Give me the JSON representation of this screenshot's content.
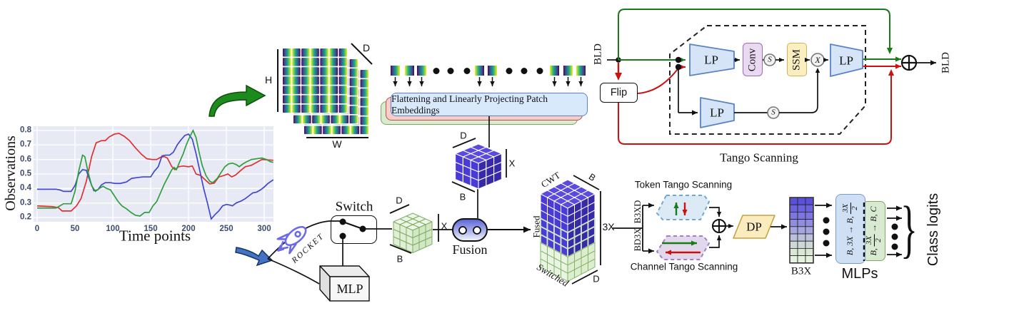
{
  "labels": {
    "observations": "Observations",
    "time_points": "Time points",
    "h": "H",
    "w": "W",
    "d_patch": "D",
    "flattening": "Flattening and Linearly Projecting Patch Embeddings",
    "d_blue": "D",
    "x_blue": "X",
    "b_blue": "B",
    "switch": "Switch",
    "rocket": "ROCKET",
    "mlp": "MLP",
    "d_green": "D",
    "x_green": "X",
    "b_green": "B",
    "fusion": "Fusion",
    "cwt": "CWT",
    "b_stack": "B",
    "fused": "Fused",
    "switched": "Switched",
    "d_stack": "D",
    "three_x": "3X",
    "token": "Token Tango Scanning",
    "channel": "Channel Tango Scanning",
    "b3xd": "B3XD",
    "bd3x": "BD3X",
    "dp": "DP",
    "b3x": "B3X",
    "mlps": "MLPs",
    "class_logits": "Class logits",
    "brace": "}",
    "bld_in": "BLD",
    "bld_out": "BLD",
    "flip": "Flip",
    "lp1": "LP",
    "lp2": "LP",
    "lp3": "LP",
    "conv": "Conv",
    "ssm": "SSM",
    "tango": "Tango Scanning",
    "s1": "S",
    "s2": "S",
    "x_mult": "X"
  },
  "mlp_math": {
    "box1": {
      "pre": "B, 3X → B,",
      "num": "3X",
      "den": "2",
      "post": ""
    },
    "box2": {
      "pre": "B,",
      "num": "3X",
      "den": "2",
      "post": "→ B, C"
    }
  },
  "chart_data": {
    "type": "line",
    "title": "",
    "xlabel": "Time points",
    "ylabel": "Observations",
    "xlim": [
      0,
      312
    ],
    "ylim": [
      0.2,
      0.8
    ],
    "grid": true,
    "legend": "none",
    "xticks": [
      "0",
      "50",
      "100",
      "150",
      "200",
      "250",
      "300"
    ],
    "yticks": [
      "0.2",
      "0.3",
      "0.4",
      "0.5",
      "0.6",
      "0.7",
      "0.8"
    ],
    "series": [
      {
        "name": "red",
        "data": [
          [
            0,
            0.28
          ],
          [
            20,
            0.275
          ],
          [
            28,
            0.268
          ],
          [
            33,
            0.245
          ],
          [
            45,
            0.245
          ],
          [
            52,
            0.28
          ],
          [
            58,
            0.33
          ],
          [
            65,
            0.45
          ],
          [
            72,
            0.62
          ],
          [
            78,
            0.715
          ],
          [
            85,
            0.73
          ],
          [
            90,
            0.73
          ],
          [
            95,
            0.755
          ],
          [
            102,
            0.775
          ],
          [
            108,
            0.78
          ],
          [
            115,
            0.76
          ],
          [
            122,
            0.73
          ],
          [
            130,
            0.68
          ],
          [
            138,
            0.635
          ],
          [
            145,
            0.605
          ],
          [
            152,
            0.6
          ],
          [
            158,
            0.6
          ],
          [
            163,
            0.615
          ],
          [
            168,
            0.62
          ],
          [
            172,
            0.61
          ],
          [
            178,
            0.55
          ],
          [
            182,
            0.53
          ],
          [
            187,
            0.55
          ],
          [
            193,
            0.555
          ],
          [
            200,
            0.55
          ],
          [
            205,
            0.555
          ],
          [
            210,
            0.5
          ],
          [
            216,
            0.49
          ],
          [
            222,
            0.46
          ],
          [
            228,
            0.432
          ],
          [
            234,
            0.437
          ],
          [
            240,
            0.48
          ],
          [
            247,
            0.49
          ],
          [
            252,
            0.5
          ],
          [
            257,
            0.48
          ],
          [
            262,
            0.492
          ],
          [
            268,
            0.52
          ],
          [
            275,
            0.55
          ],
          [
            283,
            0.56
          ],
          [
            290,
            0.58
          ],
          [
            297,
            0.6
          ],
          [
            305,
            0.597
          ],
          [
            312,
            0.595
          ]
        ]
      },
      {
        "name": "blue",
        "data": [
          [
            0,
            0.395
          ],
          [
            25,
            0.395
          ],
          [
            30,
            0.39
          ],
          [
            35,
            0.38
          ],
          [
            45,
            0.38
          ],
          [
            50,
            0.42
          ],
          [
            55,
            0.5
          ],
          [
            60,
            0.53
          ],
          [
            65,
            0.525
          ],
          [
            70,
            0.45
          ],
          [
            75,
            0.385
          ],
          [
            80,
            0.39
          ],
          [
            85,
            0.425
          ],
          [
            90,
            0.44
          ],
          [
            97,
            0.44
          ],
          [
            103,
            0.435
          ],
          [
            110,
            0.435
          ],
          [
            118,
            0.445
          ],
          [
            125,
            0.47
          ],
          [
            132,
            0.475
          ],
          [
            140,
            0.48
          ],
          [
            150,
            0.48
          ],
          [
            155,
            0.52
          ],
          [
            160,
            0.55
          ],
          [
            165,
            0.625
          ],
          [
            170,
            0.63
          ],
          [
            175,
            0.63
          ],
          [
            180,
            0.65
          ],
          [
            185,
            0.7
          ],
          [
            190,
            0.735
          ],
          [
            195,
            0.765
          ],
          [
            200,
            0.775
          ],
          [
            205,
            0.74
          ],
          [
            210,
            0.64
          ],
          [
            215,
            0.52
          ],
          [
            220,
            0.4
          ],
          [
            225,
            0.3
          ],
          [
            230,
            0.19
          ],
          [
            235,
            0.22
          ],
          [
            240,
            0.245
          ],
          [
            245,
            0.28
          ],
          [
            250,
            0.29
          ],
          [
            255,
            0.285
          ],
          [
            258,
            0.28
          ],
          [
            263,
            0.3
          ],
          [
            270,
            0.315
          ],
          [
            275,
            0.33
          ],
          [
            280,
            0.35
          ],
          [
            285,
            0.37
          ],
          [
            290,
            0.375
          ],
          [
            295,
            0.39
          ],
          [
            300,
            0.41
          ],
          [
            305,
            0.435
          ],
          [
            312,
            0.46
          ]
        ]
      },
      {
        "name": "green",
        "data": [
          [
            0,
            0.265
          ],
          [
            25,
            0.265
          ],
          [
            30,
            0.28
          ],
          [
            35,
            0.295
          ],
          [
            45,
            0.295
          ],
          [
            50,
            0.38
          ],
          [
            55,
            0.52
          ],
          [
            60,
            0.63
          ],
          [
            63,
            0.62
          ],
          [
            67,
            0.52
          ],
          [
            72,
            0.42
          ],
          [
            77,
            0.38
          ],
          [
            82,
            0.4
          ],
          [
            87,
            0.415
          ],
          [
            92,
            0.4
          ],
          [
            97,
            0.39
          ],
          [
            102,
            0.35
          ],
          [
            107,
            0.31
          ],
          [
            112,
            0.28
          ],
          [
            118,
            0.26
          ],
          [
            124,
            0.235
          ],
          [
            130,
            0.215
          ],
          [
            136,
            0.21
          ],
          [
            142,
            0.235
          ],
          [
            148,
            0.235
          ],
          [
            153,
            0.28
          ],
          [
            158,
            0.31
          ],
          [
            163,
            0.37
          ],
          [
            168,
            0.43
          ],
          [
            173,
            0.48
          ],
          [
            178,
            0.53
          ],
          [
            181,
            0.545
          ],
          [
            184,
            0.53
          ],
          [
            188,
            0.58
          ],
          [
            193,
            0.64
          ],
          [
            197,
            0.7
          ],
          [
            202,
            0.76
          ],
          [
            206,
            0.8
          ],
          [
            210,
            0.75
          ],
          [
            214,
            0.65
          ],
          [
            218,
            0.56
          ],
          [
            223,
            0.49
          ],
          [
            228,
            0.45
          ],
          [
            232,
            0.44
          ],
          [
            238,
            0.47
          ],
          [
            243,
            0.51
          ],
          [
            248,
            0.55
          ],
          [
            253,
            0.57
          ],
          [
            258,
            0.575
          ],
          [
            263,
            0.565
          ],
          [
            267,
            0.55
          ],
          [
            272,
            0.57
          ],
          [
            277,
            0.585
          ],
          [
            283,
            0.6
          ],
          [
            290,
            0.605
          ],
          [
            297,
            0.61
          ],
          [
            303,
            0.6
          ],
          [
            308,
            0.585
          ],
          [
            312,
            0.58
          ]
        ]
      }
    ]
  },
  "viridis": [
    "#440154",
    "#46327e",
    "#365c8d",
    "#277f8e",
    "#1fa187",
    "#4ac16d",
    "#a0da39",
    "#fde725"
  ],
  "patch_grid": {
    "rows": 7,
    "cols": 7,
    "layers": 3
  },
  "patch_tokens": [
    {
      "t": "s",
      "x": 547
    },
    {
      "t": "s",
      "x": 567
    },
    {
      "t": "s",
      "x": 584
    },
    {
      "t": "d",
      "x": 605
    },
    {
      "t": "d",
      "x": 625
    },
    {
      "t": "d",
      "x": 648
    },
    {
      "t": "s",
      "x": 665
    },
    {
      "t": "s",
      "x": 683
    },
    {
      "t": "d",
      "x": 707
    },
    {
      "t": "d",
      "x": 728
    },
    {
      "t": "d",
      "x": 750
    },
    {
      "t": "s",
      "x": 770
    },
    {
      "t": "s",
      "x": 789
    },
    {
      "t": "s",
      "x": 807
    }
  ],
  "b3x_rows": [
    "#5a50dc",
    "#6b62de",
    "#7d75e0",
    "#928cdf",
    "#a7a5de",
    "#bcc0dc",
    "#cdd7d6",
    "#dbe7d4",
    "#e6f1de"
  ],
  "colors": {
    "plot_bg": "#e7eaf4",
    "series_red": "#e03030",
    "series_blue": "#3f48cc",
    "series_green": "#2e9e3e",
    "arrow_green": "#1d8a1d",
    "arrow_blue": "#4472c4",
    "rocket": "#6b6be8",
    "flatten_blue": "#d8e9fb",
    "flatten_blue_border": "#5b83c4",
    "flatten_red": "#f6cdc8",
    "flatten_red_border": "#c0504d",
    "flatten_green": "#d9ecd0",
    "flatten_green_border": "#76a85e",
    "conv_fill": "#e9daf1",
    "conv_border": "#9a6cb4",
    "ssm_fill": "#fbeec1",
    "ssm_border": "#d2b05e",
    "lp_fill": "#d6e4f8",
    "lp_border": "#5b83c4",
    "fusion_top": "#5f66d6",
    "fusion_mid": "#aab3ea",
    "fusion_bottom": "#f0f2fc",
    "token_fill": "#dceaf6",
    "token_border": "#6fa8d4",
    "channel_fill": "#e2d8ec",
    "channel_border": "#a77fc8",
    "dp_fill": "#fbecc0",
    "dp_border": "#c8a23c",
    "mlp1_fill": "#cfe0f5",
    "mlp1_border": "#7a9cc8",
    "mlp2_fill": "#d9ead2",
    "mlp2_border": "#7fa95f",
    "line_green": "#1a7a1a",
    "line_red": "#cc1111",
    "cube_blue_top": "#5a4ae0",
    "cube_blue_left": "#4b3bd6",
    "cube_blue_right": "#372aa8",
    "cube_green_top": "#eef6e8",
    "cube_green_left": "#e0efd6",
    "cube_green_right": "#d2e7c4",
    "cube_green_border": "#7fae63",
    "fused_stroke": "#cfe8c0",
    "switched_left": "#eaf4e3",
    "switched_right": "#dcedd0",
    "switched_border": "#85b468"
  }
}
